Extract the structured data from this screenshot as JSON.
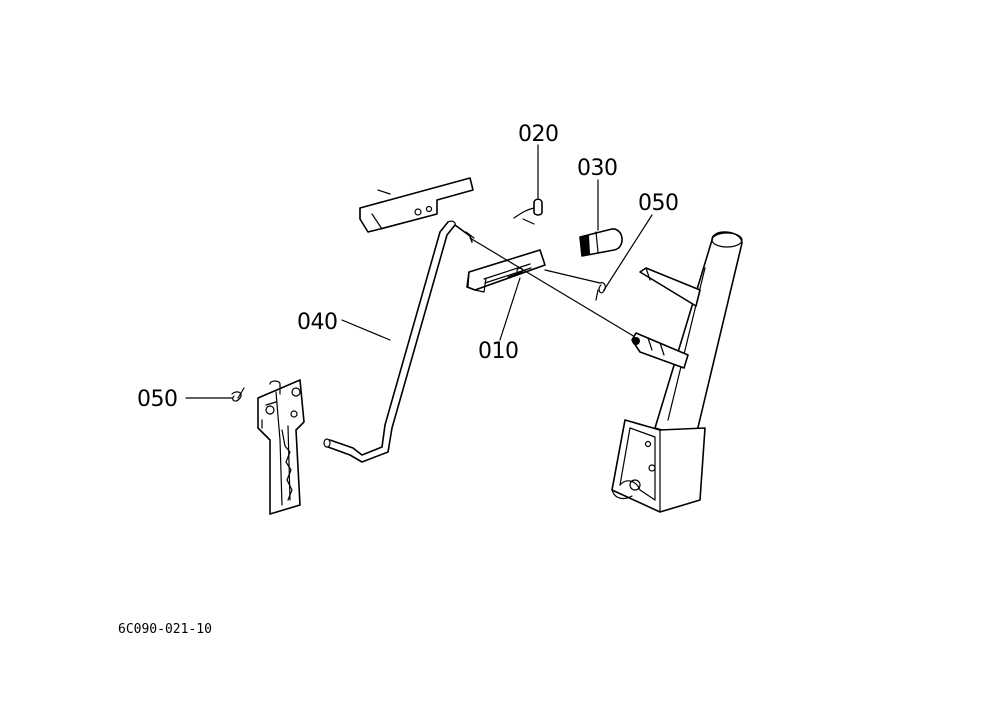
{
  "diagram": {
    "callouts": [
      {
        "id": "010",
        "label": "010"
      },
      {
        "id": "020",
        "label": "020"
      },
      {
        "id": "030",
        "label": "030"
      },
      {
        "id": "040",
        "label": "040"
      },
      {
        "id": "050a",
        "label": "050"
      },
      {
        "id": "050b",
        "label": "050"
      }
    ],
    "drawing_code": "6C090-021-10"
  }
}
